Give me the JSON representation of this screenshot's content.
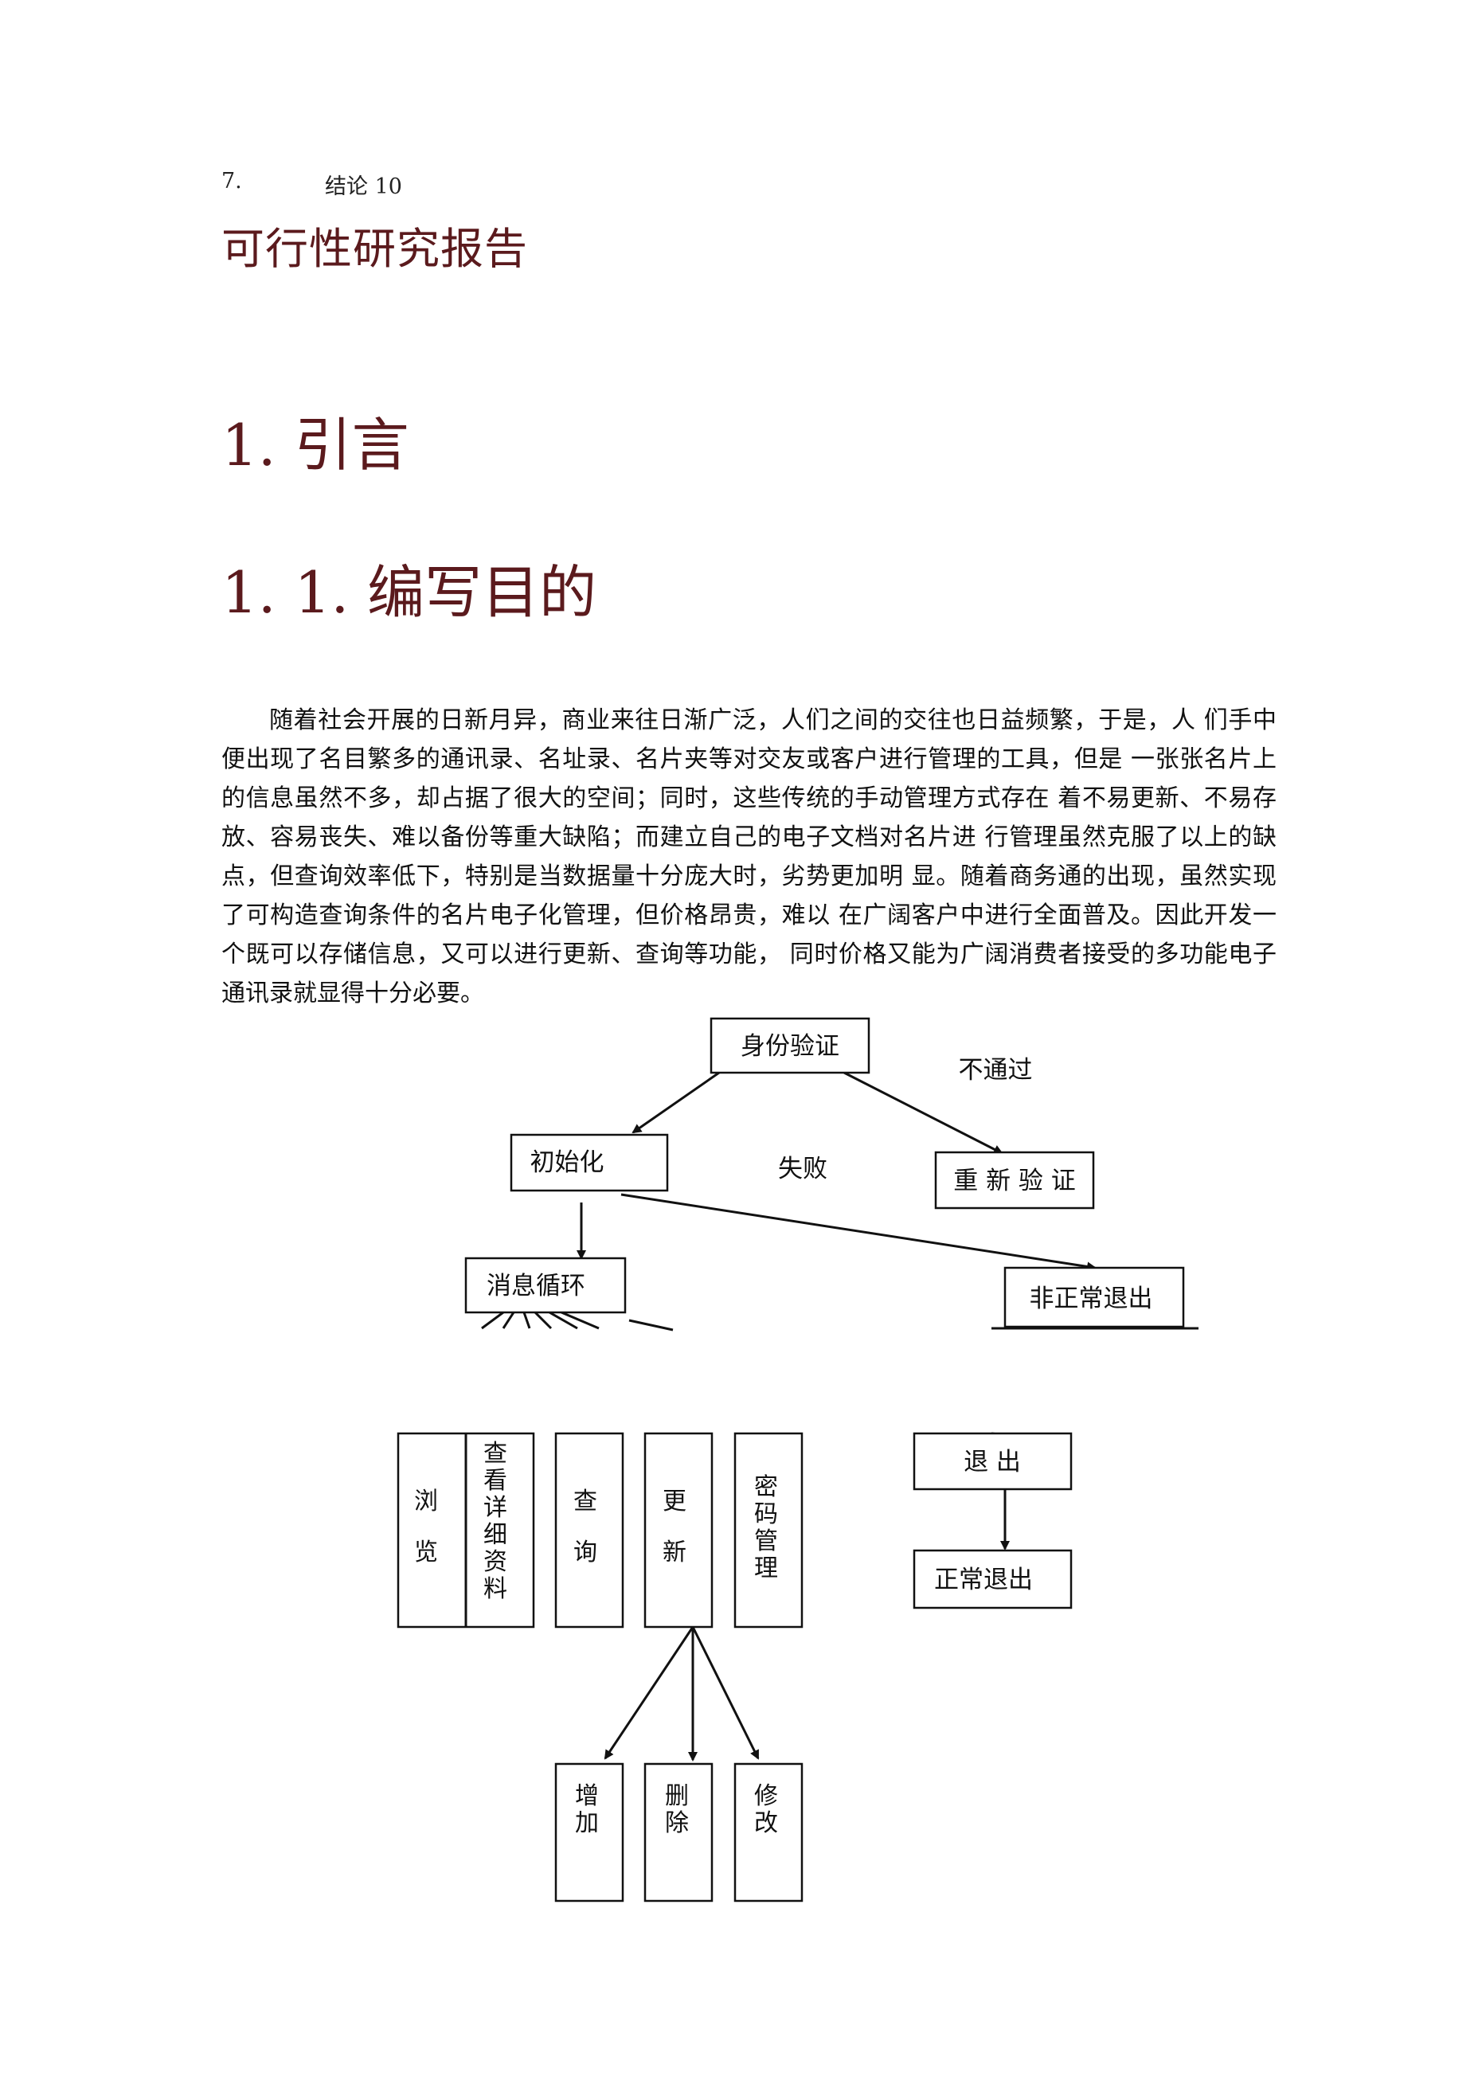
{
  "toc": {
    "number": "7.",
    "title": "结论 10"
  },
  "doc_title": "可行性研究报告",
  "heading1": "1. 引言",
  "heading2": "1. 1. 编写目的",
  "paragraph": "随着社会开展的日新月异，商业来往日渐广泛，人们之间的交往也日益频繁，于是，人 们手中便出现了名目繁多的通讯录、名址录、名片夹等对交友或客户进行管理的工具，但是 一张张名片上的信息虽然不多，却占据了很大的空间；同时，这些传统的手动管理方式存在 着不易更新、不易存放、容易丧失、难以备份等重大缺陷；而建立自己的电子文档对名片进 行管理虽然克服了以上的缺点，但查询效率低下，特别是当数据量十分庞大时，劣势更加明 显。随着商务通的出现，虽然实现了可构造查询条件的名片电子化管理，但价格昂贵，难以 在广阔客户中进行全面普及。因此开发一个既可以存储信息，又可以进行更新、查询等功能， 同时价格又能为广阔消费者接受的多功能电子通讯录就显得十分必要。",
  "flowchart": {
    "auth": "身份验证",
    "fail_label": "不通过",
    "reverify": "重 新 验 证",
    "init": "初始化",
    "init_fail_label": "失败",
    "abnormal_exit": "非正常退出",
    "loop": "消息循环",
    "browse": "浏 览",
    "details": "查看详细资料",
    "query": "查 询",
    "update": "更 新",
    "password": "密码管理",
    "exit": "退 出",
    "normal_exit": "正常退出",
    "add": "增加",
    "delete": "删除",
    "modify": "修改"
  }
}
